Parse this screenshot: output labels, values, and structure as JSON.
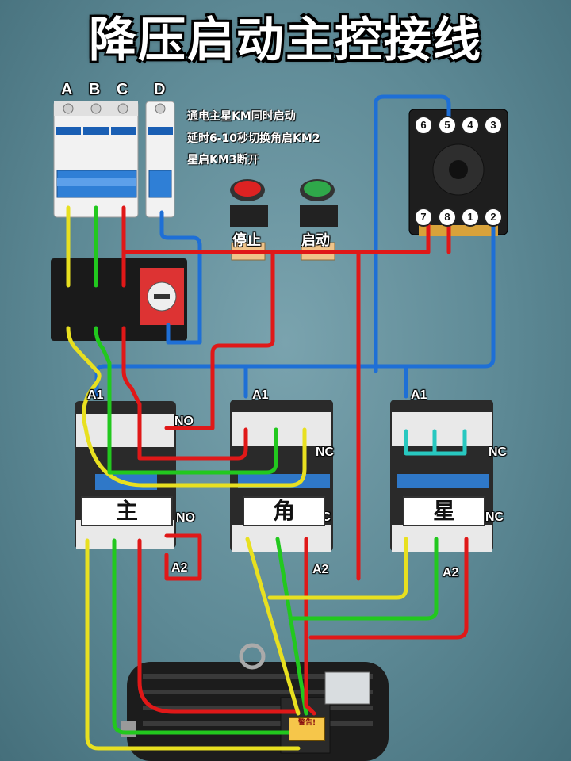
{
  "title": "降压启动主控接线",
  "notes": [
    "通电主星KM同时启动",
    "延时6-10秒切换角启KM2",
    "星启KM3断开"
  ],
  "phases": [
    "A",
    "B",
    "C",
    "D"
  ],
  "buttons": {
    "stop": "停止",
    "start": "启动"
  },
  "relay_pins_top": [
    "6",
    "5",
    "4",
    "3"
  ],
  "relay_pins_bottom": [
    "7",
    "8",
    "1",
    "2"
  ],
  "labels": {
    "a1": "A1",
    "a2": "A2",
    "no": "NO",
    "nc": "NC"
  },
  "contactors": {
    "main": "主",
    "delta": "角",
    "star": "星"
  },
  "motor_tag": "警告!",
  "colors": {
    "phase_a": "#e8e020",
    "phase_b": "#22c81e",
    "phase_c": "#e01818",
    "neutral": "#1e6fd6",
    "star_link": "#28c8c0",
    "background": "#5f8c99"
  }
}
